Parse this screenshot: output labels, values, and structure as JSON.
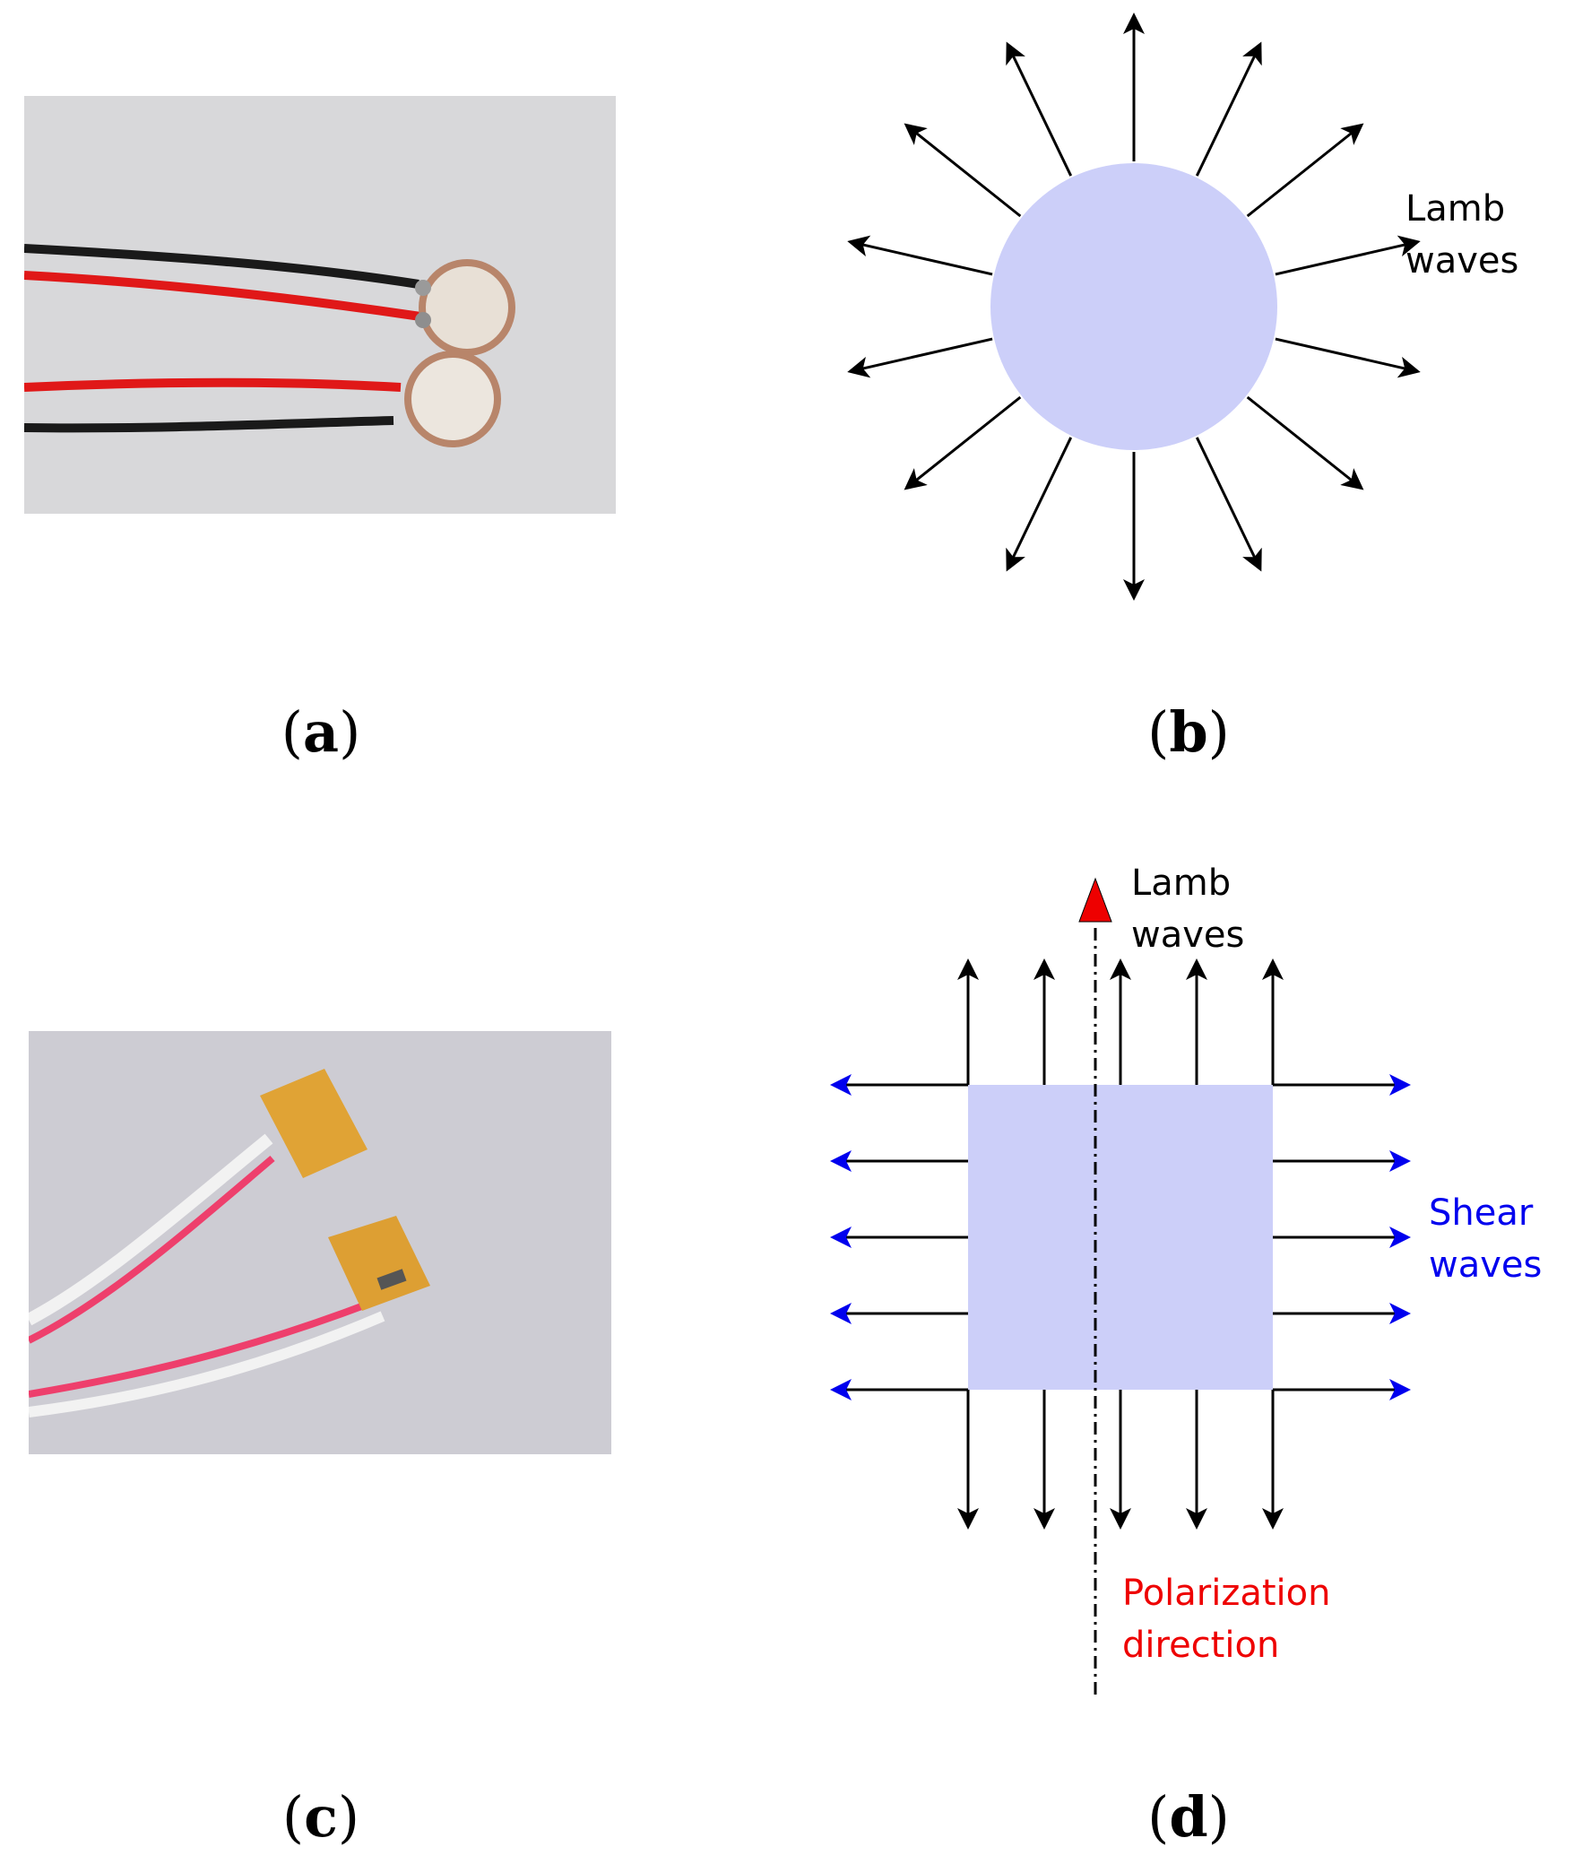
{
  "panels": {
    "a": {
      "caption_letter": "a"
    },
    "b": {
      "caption_letter": "b",
      "label_line1": "Lamb",
      "label_line2": "waves"
    },
    "c": {
      "caption_letter": "c"
    },
    "d": {
      "caption_letter": "d",
      "lamb_line1": "Lamb",
      "lamb_line2": "waves",
      "shear_line1": "Shear",
      "shear_line2": "waves",
      "pol_line1": "Polarization",
      "pol_line2": "direction"
    }
  },
  "colors": {
    "disc_fill": "#cccff9",
    "square_fill": "#cccff9",
    "arrow_black": "#000000",
    "arrow_blue": "#0000ee",
    "arrow_red": "#ee0000",
    "label_blue": "#0000ee",
    "label_red": "#ee0000",
    "photo_a_bg": "#d7d7d9",
    "photo_c_bg": "#cdccd3",
    "wire_red": "#e01818",
    "wire_black": "#1a1a1a",
    "wire_pink": "#ee3f6c",
    "patch_orange": "#e0a335"
  }
}
